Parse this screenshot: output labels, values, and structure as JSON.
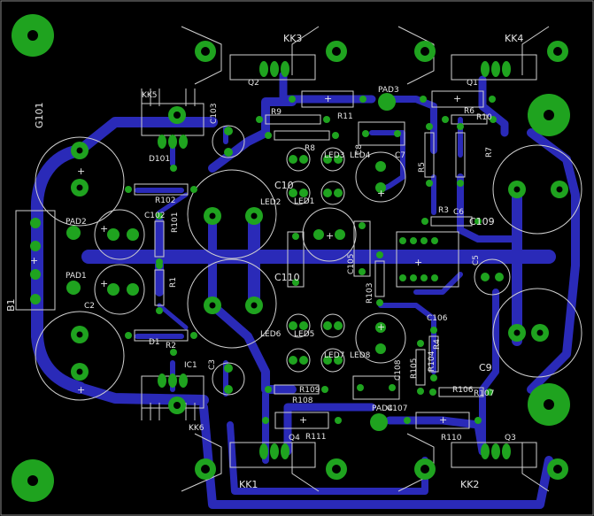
{
  "colors": {
    "background": "#000000",
    "trace": "#2a2ab8",
    "pad": "#1fa31f",
    "silk": "#e6e6e6"
  },
  "labels": {
    "kk3": "KK3",
    "kk4": "KK4",
    "kk5": "KK5",
    "kk6": "KK6",
    "kk1": "KK1",
    "kk2": "KK2",
    "q2": "Q2",
    "q1": "Q1",
    "q4": "Q4",
    "q3": "Q3",
    "pad3": "PAD3",
    "pad2": "PAD2",
    "pad1": "PAD1",
    "pad4": "PAD4",
    "r9": "R9",
    "r11": "R11",
    "r6": "R6",
    "r10": "R10",
    "r8": "R8",
    "r5": "R5",
    "r7": "R7",
    "r3": "R3",
    "r102": "R102",
    "r101": "R101",
    "r1": "R1",
    "r2": "R2",
    "r4": "R4",
    "r103": "R103",
    "r104": "R104",
    "r105": "R105",
    "r106": "R106",
    "r107": "R107",
    "r108": "R108",
    "r109": "R109",
    "r110": "R110",
    "r111": "R111",
    "g101": "G101",
    "c102": "C102",
    "c103": "C103",
    "c2": "C2",
    "c3": "C3",
    "c5": "C5",
    "c6": "C6",
    "c7": "C7",
    "c8": "C8",
    "c9": "C9",
    "c105": "C105",
    "c106": "C106",
    "c107": "C107",
    "c108": "C108",
    "c109": "C109",
    "c110": "C110",
    "c10": "C10",
    "d101": "D101",
    "d1": "D1",
    "ic1": "IC1",
    "led1": "LED1",
    "led2": "LED2",
    "led3": "LED3",
    "led4": "LED4",
    "led5": "LED5",
    "led6": "LED6",
    "led7": "LED7",
    "led8": "LED8",
    "b1": "B1",
    "plus": "+"
  }
}
